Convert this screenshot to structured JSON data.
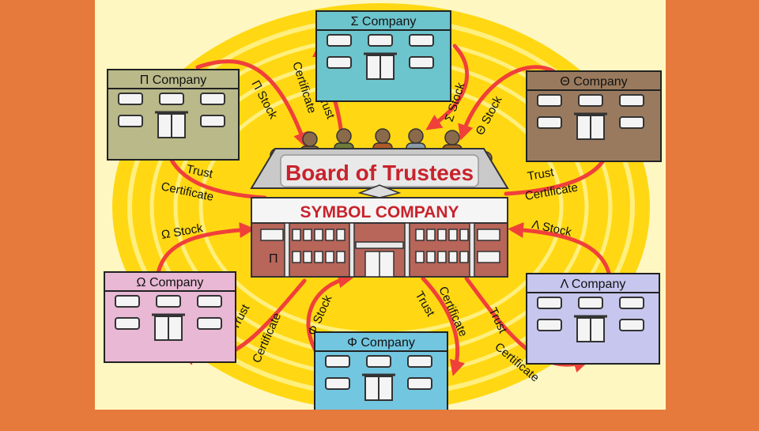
{
  "colors": {
    "frame": "#e57a3c",
    "paper": "#fff7c2",
    "sun": "#ffd400",
    "arrow": "#f0403a",
    "sigma": "#6cc4cc",
    "pi": "#b9b98a",
    "theta": "#9a7a5e",
    "omega": "#e8b8d4",
    "lambda": "#c6c6ee",
    "phi": "#73c6e0",
    "title_text": "#c8232c"
  },
  "center": {
    "board_title": "Board of Trustees",
    "company_title": "SYMBOL COMPANY",
    "side_mark": "Π"
  },
  "companies": {
    "sigma": {
      "label": "Σ Company"
    },
    "pi": {
      "label": "Π Company"
    },
    "theta": {
      "label": "Θ Company"
    },
    "omega": {
      "label": "Ω Company"
    },
    "lambda": {
      "label": "Λ Company"
    },
    "phi": {
      "label": "Φ Company"
    }
  },
  "arrows": {
    "sigma_trust_1": "Trust",
    "sigma_trust_2": "Certificate",
    "sigma_stock": "Σ Stock",
    "pi_stock": "Π Stock",
    "pi_trust_1": "Trust",
    "pi_trust_2": "Certificate",
    "theta_stock": "Θ Stock",
    "theta_trust_1": "Trust",
    "theta_trust_2": "Certificate",
    "omega_stock": "Ω Stock",
    "omega_trust_1": "Trust",
    "omega_trust_2": "Certificate",
    "lambda_stock": "Λ Stock",
    "lambda_trust_1": "Trust",
    "lambda_trust_2": "Certificate",
    "phi_stock": "Φ Stock",
    "phi_trust_1": "Trust",
    "phi_trust_2": "Certificate"
  }
}
